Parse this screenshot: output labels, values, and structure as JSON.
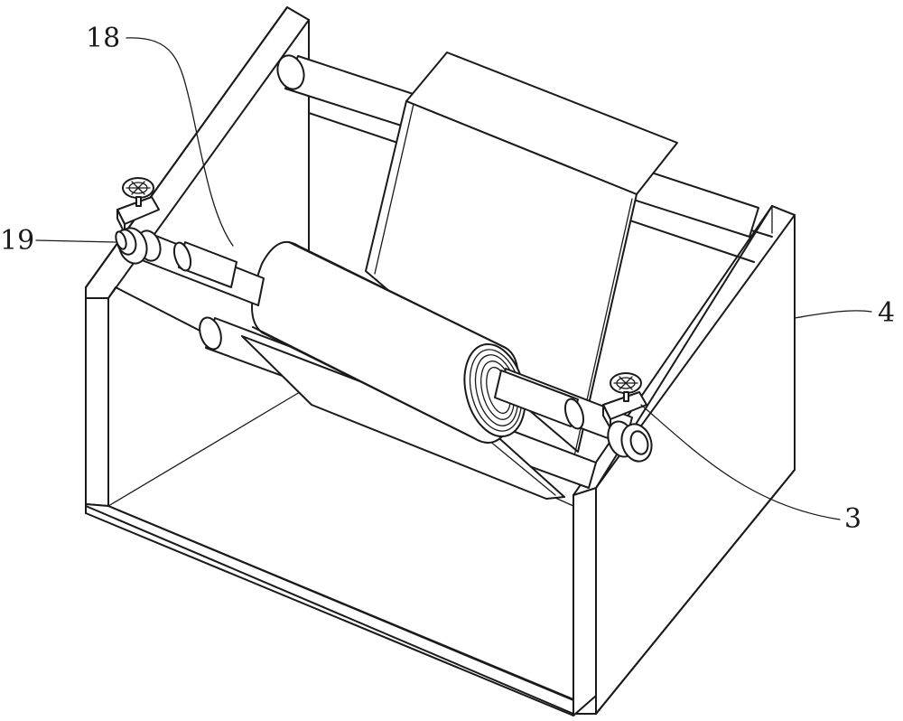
{
  "labels": {
    "label_18": "18",
    "label_19": "19",
    "label_4": "4",
    "label_3": "3"
  },
  "colors": {
    "line": "#1a1a1a",
    "background": "#ffffff"
  }
}
